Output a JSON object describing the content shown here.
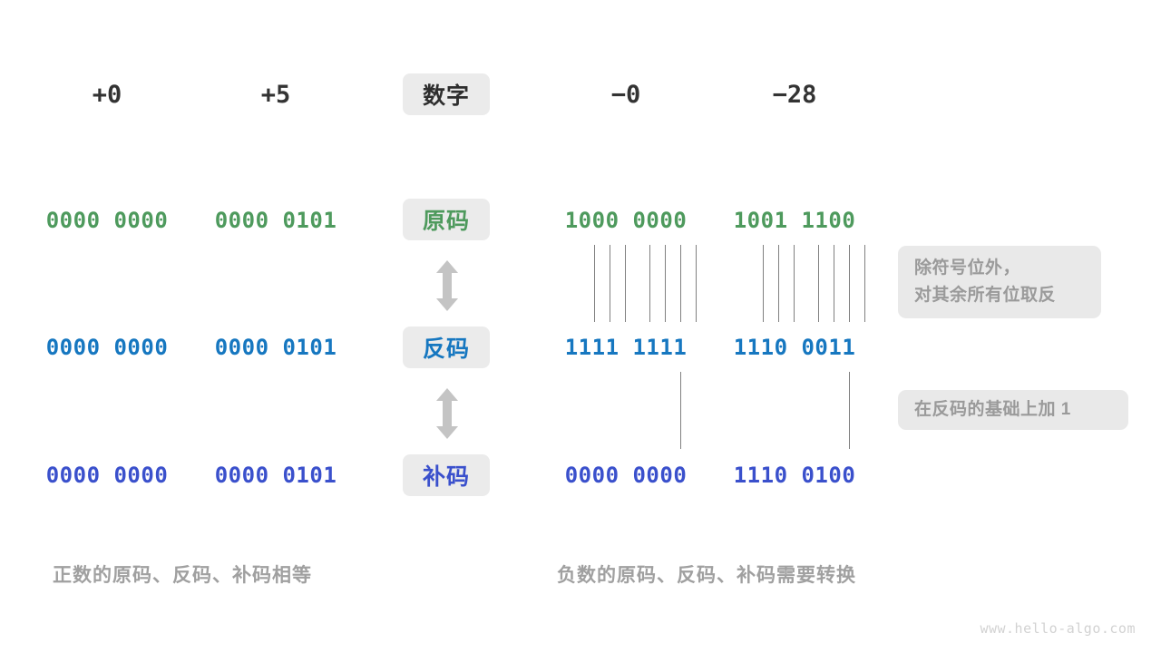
{
  "meta": {
    "watermark": "www.hello-algo.com",
    "colors": {
      "green": "#4e9a5d",
      "blue": "#1677c0",
      "indigo": "#3a50cc",
      "chip_bg": "#ebebeb",
      "note_bg": "#e9e9e9",
      "note_text": "#9a9a9a",
      "caption_text": "#a0a0a0",
      "header_text": "#333333",
      "tick_line": "#808080",
      "arrow": "#c4c4c4",
      "background": "#ffffff"
    }
  },
  "headers": {
    "center_label": "数字",
    "columns": [
      {
        "id": "pos-zero",
        "label": "+0"
      },
      {
        "id": "pos-five",
        "label": "+5"
      },
      {
        "id": "neg-zero",
        "label": "−0"
      },
      {
        "id": "neg-28",
        "label": "−28"
      }
    ]
  },
  "rows": [
    {
      "id": "sign-magnitude",
      "label": "原码",
      "color_key": "green",
      "values": {
        "pos-zero": "0000 0000",
        "pos-five": "0000 0101",
        "neg-zero": "1000 0000",
        "neg-28": "1001 1100"
      }
    },
    {
      "id": "ones-complement",
      "label": "反码",
      "color_key": "blue",
      "values": {
        "pos-zero": "0000 0000",
        "pos-five": "0000 0101",
        "neg-zero": "1111 1111",
        "neg-28": "1110 0011"
      }
    },
    {
      "id": "twos-complement",
      "label": "补码",
      "color_key": "indigo",
      "values": {
        "pos-zero": "0000 0000",
        "pos-five": "0000 0101",
        "neg-zero": "0000 0000",
        "neg-28": "1110 0100"
      }
    }
  ],
  "notes": [
    {
      "id": "invert-note",
      "lines": [
        "除符号位外，",
        "对其余所有位取反"
      ]
    },
    {
      "id": "add-one-note",
      "lines": [
        "在反码的基础上加 1"
      ]
    }
  ],
  "captions": {
    "left": "正数的原码、反码、补码相等",
    "right": "负数的原码、反码、补码需要转换"
  }
}
